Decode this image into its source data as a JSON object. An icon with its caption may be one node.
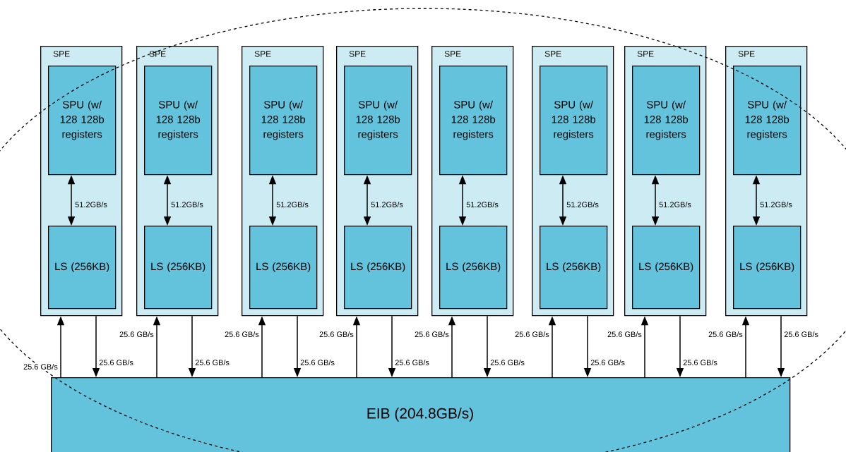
{
  "diagram": {
    "nodes": [
      {
        "text": [
          "SPE"
        ]
      },
      {
        "text": [
          "SPU (w/ 128 128b registers"
        ],
        "in": 0
      },
      {
        "text": [
          "LS (256KB)"
        ],
        "in": 0
      },
      {
        "text": [
          "SPE"
        ]
      },
      {
        "text": [
          "SPU (w/ 128 128b registers"
        ],
        "in": 3
      },
      {
        "text": [
          "LS (256KB)"
        ],
        "in": 3
      },
      {
        "text": [
          "SPE"
        ]
      },
      {
        "text": [
          "SPU (w/ 128 128b registers"
        ],
        "in": 6
      },
      {
        "text": [
          "LS (256KB)"
        ],
        "in": 6
      },
      {
        "text": [
          "SPE"
        ]
      },
      {
        "text": [
          "SPU (w/ 128 128b registers"
        ],
        "in": 9
      },
      {
        "text": [
          "LS (256KB)"
        ],
        "in": 9
      },
      {
        "text": [
          "SPE"
        ]
      },
      {
        "text": [
          "SPU (w/ 128 128b registers"
        ],
        "in": 12
      },
      {
        "text": [
          "LS (256KB)"
        ],
        "in": 12
      },
      {
        "text": [
          "SPE"
        ]
      },
      {
        "text": [
          "SPU (w/ 128 128b registers"
        ],
        "in": 15
      },
      {
        "text": [
          "LS (256KB)"
        ],
        "in": 15
      },
      {
        "text": [
          "SPE"
        ]
      },
      {
        "text": [
          "SPU (w/ 128 128b registers"
        ],
        "in": 18
      },
      {
        "text": [
          "LS (256KB)"
        ],
        "in": 18
      },
      {
        "text": [
          "SPE"
        ]
      },
      {
        "text": [
          "SPU (w/ 128 128b registers"
        ],
        "in": 21
      },
      {
        "text": [
          "LS (256KB)"
        ],
        "in": 21
      },
      {
        "text": [
          "EIB (204.8GB/s)"
        ]
      }
    ],
    "edges": [
      {
        "from": 1,
        "to": 2,
        "arrow": "both",
        "label": "51.2GB/s"
      },
      {
        "from": 24,
        "to": 0,
        "arrow": "to",
        "label": "25.6 GB/s"
      },
      {
        "from": 0,
        "to": 24,
        "arrow": "to",
        "label": "25.6 GB/s"
      },
      {
        "from": 4,
        "to": 5,
        "arrow": "both",
        "label": "51.2GB/s"
      },
      {
        "from": 24,
        "to": 3,
        "arrow": "to",
        "label": "25.6 GB/s"
      },
      {
        "from": 3,
        "to": 24,
        "arrow": "to",
        "label": "25.6 GB/s"
      },
      {
        "from": 7,
        "to": 8,
        "arrow": "both",
        "label": "51.2GB/s"
      },
      {
        "from": 24,
        "to": 6,
        "arrow": "to",
        "label": "25.6 GB/s"
      },
      {
        "from": 6,
        "to": 24,
        "arrow": "to",
        "label": "25.6 GB/s"
      },
      {
        "from": 10,
        "to": 11,
        "arrow": "both",
        "label": "51.2GB/s"
      },
      {
        "from": 24,
        "to": 9,
        "arrow": "to",
        "label": "25.6 GB/s"
      },
      {
        "from": 9,
        "to": 24,
        "arrow": "to",
        "label": "25.6 GB/s"
      },
      {
        "from": 13,
        "to": 14,
        "arrow": "both",
        "label": "51.2GB/s"
      },
      {
        "from": 24,
        "to": 12,
        "arrow": "to",
        "label": "25.6 GB/s"
      },
      {
        "from": 12,
        "to": 24,
        "arrow": "to",
        "label": "25.6 GB/s"
      },
      {
        "from": 16,
        "to": 17,
        "arrow": "both",
        "label": "51.2GB/s"
      },
      {
        "from": 24,
        "to": 15,
        "arrow": "to",
        "label": "25.6 GB/s"
      },
      {
        "from": 15,
        "to": 24,
        "arrow": "to",
        "label": "25.6 GB/s"
      },
      {
        "from": 19,
        "to": 20,
        "arrow": "both",
        "label": "51.2GB/s"
      },
      {
        "from": 24,
        "to": 18,
        "arrow": "to",
        "label": "25.6 GB/s"
      },
      {
        "from": 18,
        "to": 24,
        "arrow": "to",
        "label": "25.6 GB/s"
      },
      {
        "from": 22,
        "to": 23,
        "arrow": "both",
        "label": "51.2GB/s"
      },
      {
        "from": 24,
        "to": 21,
        "arrow": "to",
        "label": "25.6 GB/s"
      },
      {
        "from": 21,
        "to": 24,
        "arrow": "to",
        "label": "25.6 GB/s"
      }
    ]
  }
}
